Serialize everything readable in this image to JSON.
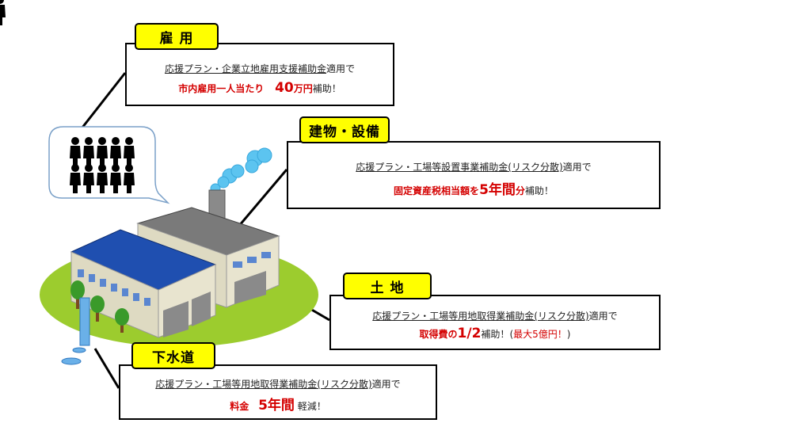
{
  "employment": {
    "tag": "雇 用",
    "program": "応援プラン・企業立地雇用支援補助金",
    "suffix": "適用で",
    "lead": "市内雇用一人当たり",
    "amount": "40",
    "unit": "万円",
    "tail": "補助！"
  },
  "building": {
    "tag": "建物・設備",
    "program": "応援プラン・工場等設置事業補助金(リスク分散)",
    "suffix": "適用で",
    "lead": "固定資産税相当額を",
    "amount": "5年間",
    "unit": "分",
    "tail": "補助！"
  },
  "land": {
    "tag": "土 地",
    "program": "応援プラン・工場等用地取得業補助金(リスク分散)",
    "suffix": "適用で",
    "lead": "取得費の",
    "amount": "1/2",
    "tail": "補助！",
    "note_open": "(",
    "note": "最大5億円！",
    "note_close": ")"
  },
  "sewer": {
    "tag": "下水道",
    "program": "応援プラン・工場等用地取得業補助金(リスク分散)",
    "suffix": "適用で",
    "lead": "料金",
    "amount": "5年間",
    "tail": "軽減！"
  },
  "colors": {
    "highlight": "#d40000",
    "tag_fill": "#ffff00",
    "roof_blue": "#1f4fb0",
    "roof_gray": "#7a7a7a",
    "ground": "#9ccc2e",
    "smoke": "#5cc4f0"
  }
}
